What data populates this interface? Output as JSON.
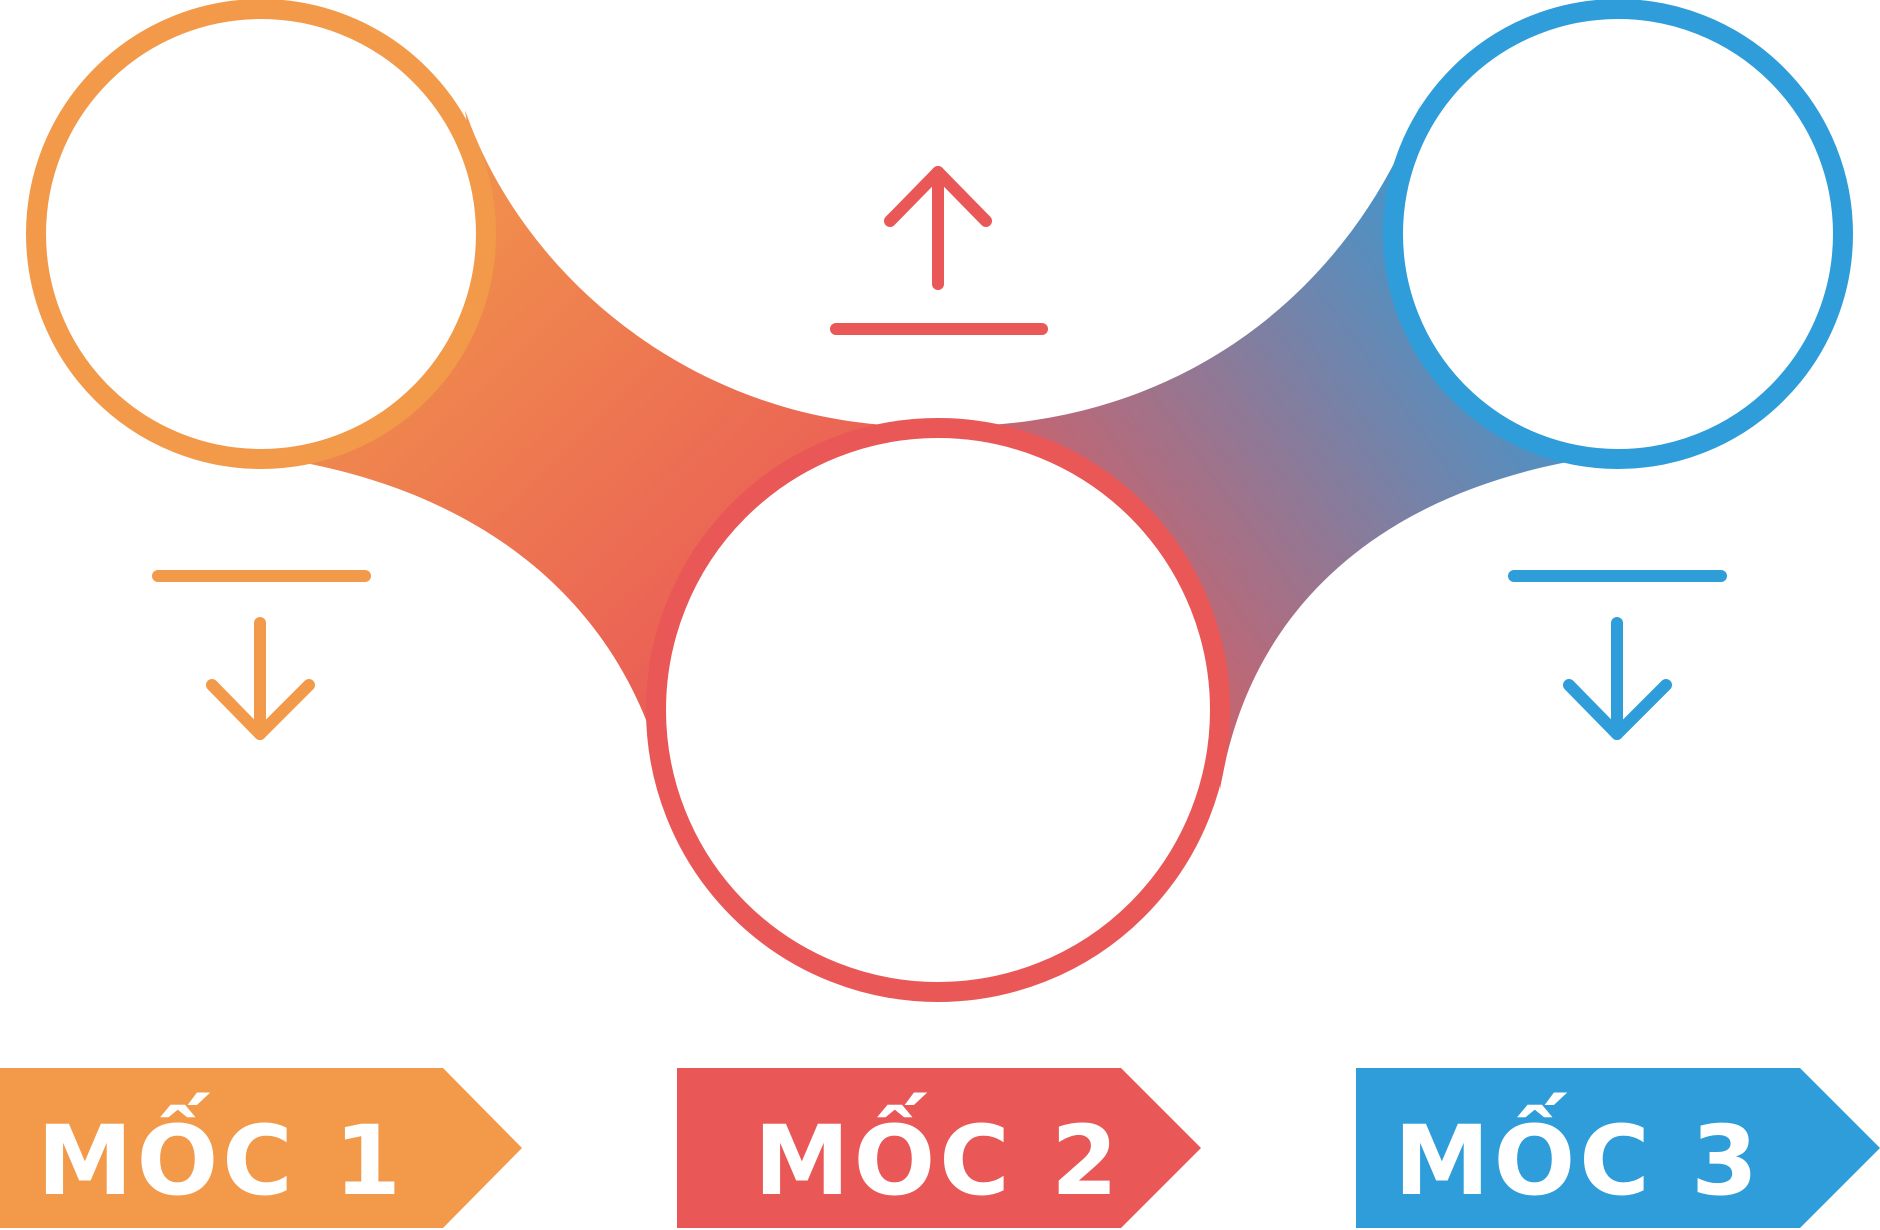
{
  "colors": {
    "orange": "#F29A4A",
    "red": "#E95757",
    "blue": "#2E9DDA",
    "background": "#FFFFFF",
    "label_text": "#FFFFFF"
  },
  "milestones": [
    {
      "label": "MỐC 1",
      "color": "#F29A4A",
      "arrow": "down-arrow-icon"
    },
    {
      "label": "MỐC 2",
      "color": "#E95757",
      "arrow": "up-arrow-icon"
    },
    {
      "label": "MỐC 3",
      "color": "#2E9DDA",
      "arrow": "down-arrow-icon"
    }
  ]
}
